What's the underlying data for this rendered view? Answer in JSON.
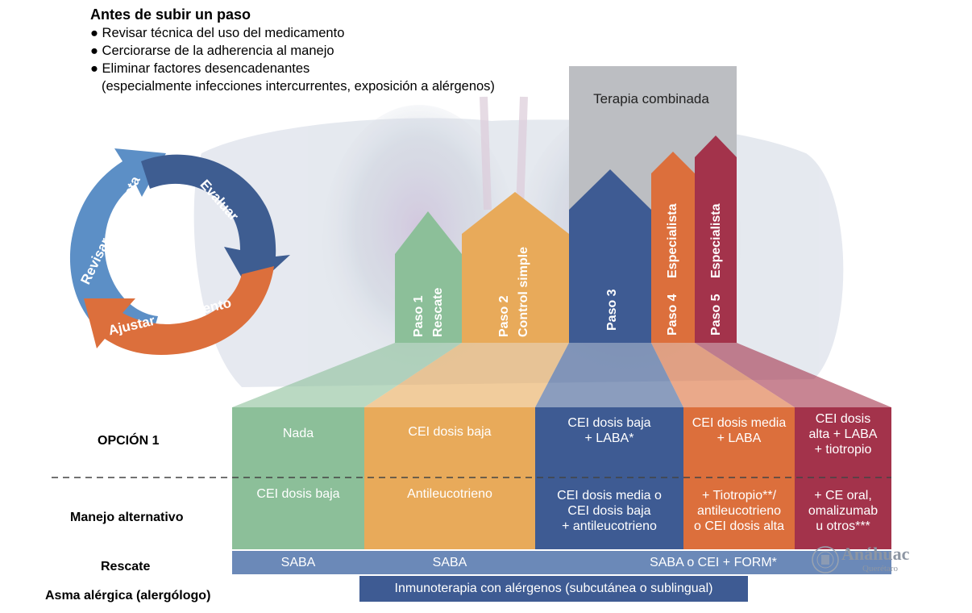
{
  "header": {
    "title": "Antes de subir un paso",
    "bullets": [
      "● Revisar técnica del uso del medicamento",
      "● Cerciorarse de la adherencia al manejo",
      "● Eliminar factores desencadenantes"
    ],
    "sub_note": "(especialmente infecciones intercurrentes, exposición a alérgenos)"
  },
  "cycle": {
    "labels": [
      "Evaluar",
      "Ajustar tratamiento",
      "Revisar respuesta"
    ],
    "colors": {
      "evaluar": "#3e5d91",
      "ajustar": "#dc6f3c",
      "revisar": "#5c8fc6"
    }
  },
  "combined_therapy_label": "Terapia combinada",
  "steps": [
    {
      "label": "Paso 1",
      "sub": "Rescate",
      "color": "#8cbf99"
    },
    {
      "label": "Paso 2",
      "sub": "Control simple",
      "color": "#e8aa5a"
    },
    {
      "label": "Paso 3",
      "sub": "",
      "color": "#3e5b93"
    },
    {
      "label": "Paso 4",
      "sub": "Especialista",
      "color": "#dc6f3c"
    },
    {
      "label": "Paso 5",
      "sub": "Especialista",
      "color": "#a3334b"
    }
  ],
  "rows": {
    "option1": {
      "label": "OPCIÓN 1",
      "cells": [
        "Nada",
        "CEI dosis baja",
        "CEI dosis baja\n+ LABA*",
        "CEI dosis media\n+ LABA",
        "CEI dosis\nalta + LABA\n+ tiotropio"
      ]
    },
    "alternative": {
      "label": "Manejo alternativo",
      "cells": [
        "CEI dosis baja",
        "Antileucotrieno",
        "CEI dosis media o\nCEI dosis baja\n+ antileucotrieno",
        "+ Tiotropio**/\nantileucotrieno\no CEI dosis alta",
        "+ CE oral,\nomalizumab\nu otros***"
      ]
    },
    "rescue": {
      "label": "Rescate",
      "cells": [
        "SABA",
        "SABA",
        "SABA o CEI + FORM*"
      ]
    },
    "allergic": {
      "label": "Asma alérgica (alergólogo)",
      "bar": "Inmunoterapia con alérgenos (subcutánea o sublingual)"
    }
  },
  "logo": {
    "name": "Anáhuac",
    "campus": "Querétaro"
  }
}
